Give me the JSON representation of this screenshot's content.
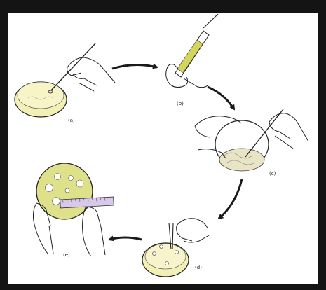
{
  "colors": {
    "frame": "#141414",
    "paper": "#ffffff",
    "agar": "#f3f0b6",
    "agar_e": "#dfe08a",
    "swab_tube": "#d3d65a",
    "ruler": "#d7c8ec",
    "arrow": "#1a1a1a",
    "line": "#222222"
  },
  "steps": [
    {
      "id": "a",
      "label": "(a)",
      "icon": "swab-streak-plate-icon"
    },
    {
      "id": "b",
      "label": "(b)",
      "icon": "swab-tube-icon"
    },
    {
      "id": "c",
      "label": "(c)",
      "icon": "lawn-swab-plate-icon"
    },
    {
      "id": "d",
      "label": "(d)",
      "icon": "disc-placement-icon"
    },
    {
      "id": "e",
      "label": "(e)",
      "icon": "zone-measure-icon"
    }
  ],
  "arrows": [
    "arrow-a-to-b",
    "arrow-b-to-c",
    "arrow-c-to-d",
    "arrow-d-to-e"
  ]
}
